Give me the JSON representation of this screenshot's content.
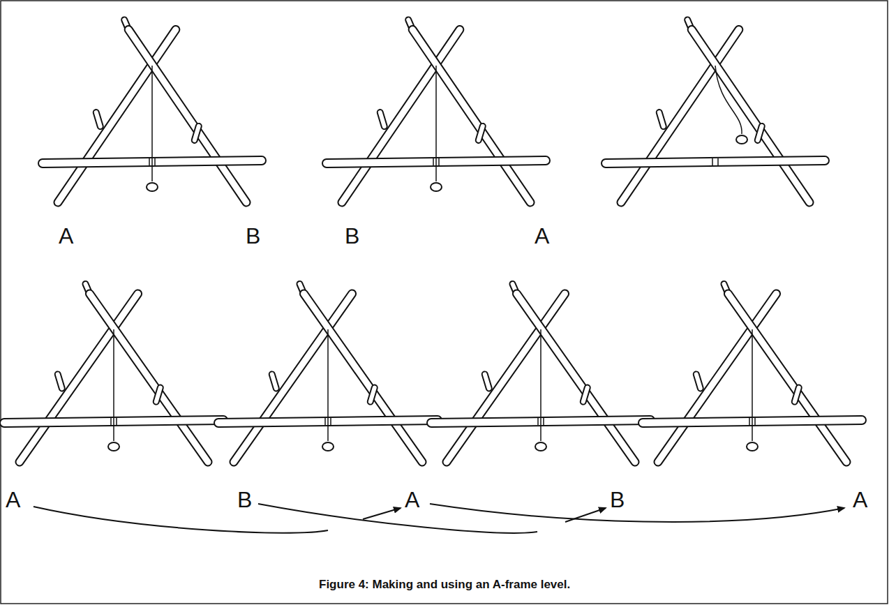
{
  "diagram": {
    "caption": "Figure 4: Making and using an A-frame level.",
    "labels": [
      "A",
      "B",
      "B",
      "A",
      "A",
      "B",
      "A",
      "B",
      "A"
    ]
  }
}
